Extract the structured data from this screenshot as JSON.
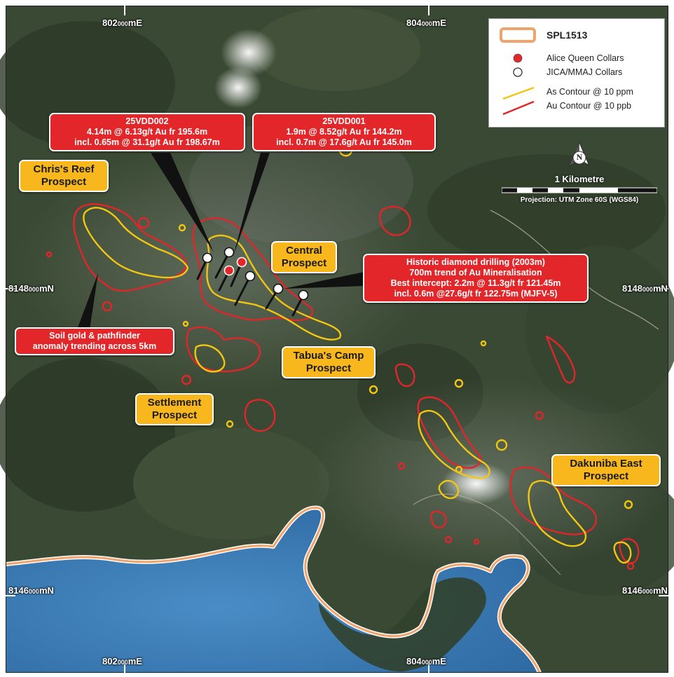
{
  "grid": {
    "easting_labels": [
      {
        "major": "802",
        "minor": "000",
        "unit": "mE"
      },
      {
        "major": "804",
        "minor": "000",
        "unit": "mE"
      }
    ],
    "northing_labels": [
      {
        "major": "8148",
        "minor": "000",
        "unit": "mN"
      },
      {
        "major": "8146",
        "minor": "000",
        "unit": "mN"
      }
    ]
  },
  "legend": {
    "tenement": "SPL1513",
    "alice_queen": "Alice Queen Collars",
    "jica": "JICA/MMAJ Collars",
    "as_contour": "As Contour @ 10 ppm",
    "au_contour": "Au Contour @ 10 ppb"
  },
  "scale": {
    "label": "1 Kilometre",
    "projection": "Projection: UTM Zone 60S (WGS84)",
    "north_letter": "N"
  },
  "drill_callouts": {
    "vdd002": {
      "title": "25VDD002",
      "line1": "4.14m @ 6.13g/t Au fr 195.6m",
      "line2": "incl. 0.65m @ 31.1g/t Au fr 198.67m"
    },
    "vdd001": {
      "title": "25VDD001",
      "line1": "1.9m @ 8.52g/t Au fr 144.2m",
      "line2": "incl. 0.7m @ 17.6g/t Au fr 145.0m"
    },
    "historic": {
      "line1": "Historic diamond drilling (2003m)",
      "line2": "700m trend of Au Mineralisation",
      "line3": "Best intercept: 2.2m @ 11.3g/t fr 121.45m",
      "line4": "incl. 0.6m @27.6g/t fr 122.75m (MJFV-5)"
    },
    "soil": {
      "line1": "Soil gold & pathfinder",
      "line2": "anomaly trending across 5km"
    }
  },
  "prospects": {
    "chris": {
      "line1": "Chris's Reef",
      "line2": "Prospect"
    },
    "central": {
      "line1": "Central",
      "line2": "Prospect"
    },
    "tabua": {
      "line1": "Tabua's Camp",
      "line2": "Prospect"
    },
    "settlement": {
      "line1": "Settlement",
      "line2": "Prospect"
    },
    "dakuniba": {
      "line1": "Dakuniba East",
      "line2": "Prospect"
    }
  },
  "colors": {
    "forest": "#3b4a33",
    "sea": "#3d7bb4",
    "coast": "#f0a36a",
    "as_contour": "#f2c613",
    "au_contour": "#e0262b",
    "alice_collar": "#e3262a",
    "jica_collar": "#ffffff",
    "callout_red": "#e3262a",
    "callout_yellow": "#f7b71d"
  }
}
